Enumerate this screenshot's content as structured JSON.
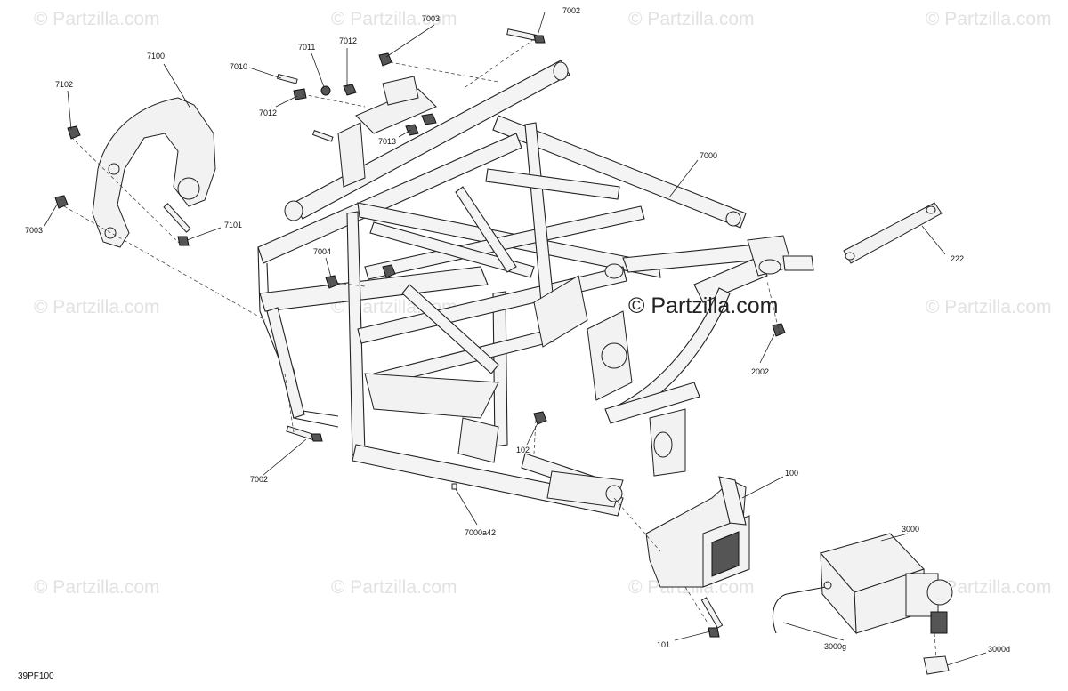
{
  "watermark": {
    "text": "Partzilla.com",
    "symbol": "©",
    "center_text": "© Partzilla.com"
  },
  "diagram_code": "39PF100",
  "callouts": {
    "c7002_top": "7002",
    "c7003_top": "7003",
    "c7011": "7011",
    "c7012_top": "7012",
    "c7010": "7010",
    "c7012_left": "7012",
    "c7013": "7013",
    "c7100": "7100",
    "c7102": "7102",
    "c7003_left": "7003",
    "c7101": "7101",
    "c7004": "7004",
    "c7000": "7000",
    "c222": "222",
    "c2002": "2002",
    "c102": "102",
    "c7002_bottom": "7002",
    "c7000a42": "7000a42",
    "c100": "100",
    "c3000": "3000",
    "c101": "101",
    "c3000g": "3000g",
    "c3000d": "3000d"
  }
}
